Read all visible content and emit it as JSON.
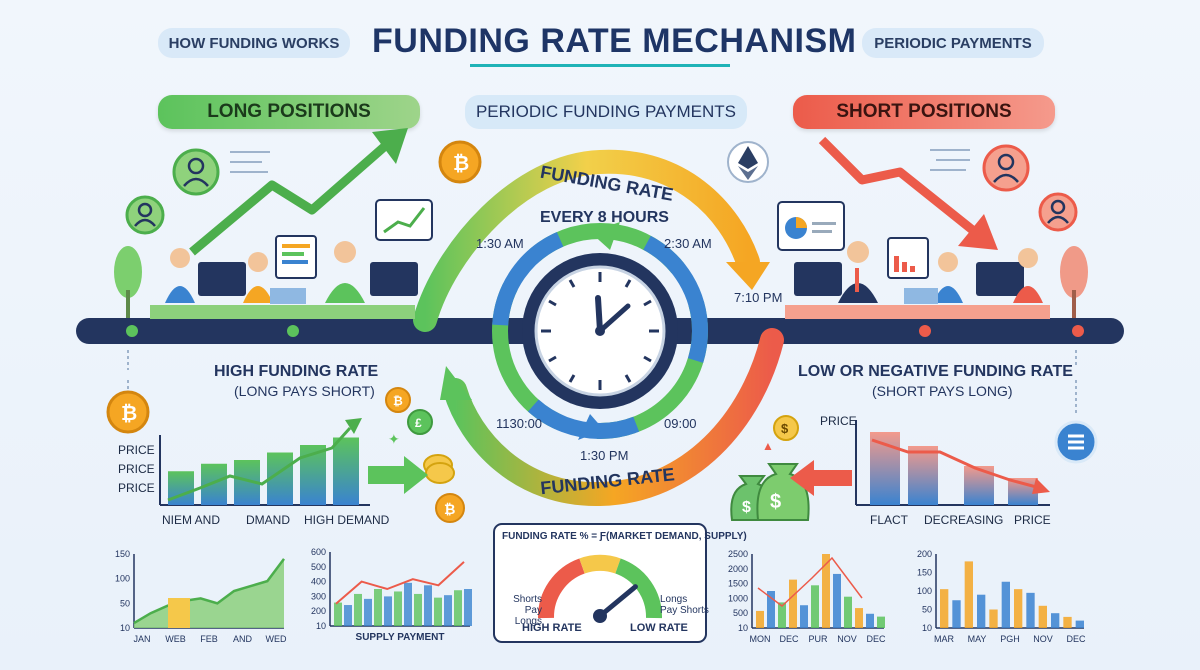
{
  "header": {
    "title": "FUNDING RATE MECHANISM",
    "left_tag": "HOW FUNDING WORKS",
    "right_tag": "PERIODIC PAYMENTS"
  },
  "banners": {
    "long": "LONG POSITIONS",
    "center": "PERIODIC FUNDING PAYMENTS",
    "short": "SHORT POSITIONS"
  },
  "cycle": {
    "top_arc_label": "FUNDING RATE",
    "every": "EVERY 8 HOURS",
    "bottom_arc_label": "FUNDING RATE",
    "times": [
      "1:30 AM",
      "2:30 AM",
      "7:10 PM",
      "1130:00",
      "09:00",
      "1:30 PM"
    ]
  },
  "left_panel": {
    "heading": "HIGH FUNDING RATE",
    "subheading": "(LONG PAYS SHORT)",
    "price_labels": [
      "PRICE",
      "PRICE",
      "PRICE"
    ],
    "x_labels": [
      "NIEM AND",
      "DMAND",
      "HIGH DEMAND"
    ]
  },
  "right_panel": {
    "heading": "LOW OR NEGATIVE FUNDING RATE",
    "subheading": "(SHORT PAYS LONG)",
    "price_label": "PRICE",
    "x_labels": [
      "FLACT",
      "DECREASING",
      "PRICE"
    ]
  },
  "gauge": {
    "formula": "FUNDING RATE % = ƒ(MARKET DEMAND, SUPPLY)",
    "left_note_1": "Shorts",
    "left_note_2": "Pay Longs",
    "right_note_1": "Longs",
    "right_note_2": "Pay Shorts",
    "low_label": "HIGH RATE",
    "high_label": "LOW RATE",
    "needle_fraction": 0.78
  },
  "chart_data": [
    {
      "type": "area",
      "y_ticks": [
        "150",
        "100",
        "50",
        "10"
      ],
      "categories": [
        "JAN",
        "WEB",
        "FEB",
        "AND",
        "WED"
      ],
      "values": [
        10,
        30,
        45,
        55,
        60,
        50,
        75,
        85,
        95,
        140
      ],
      "ylim": [
        0,
        150
      ]
    },
    {
      "type": "bar",
      "y_ticks": [
        "600",
        "500",
        "400",
        "300",
        "200",
        "10"
      ],
      "xlabel": "SUPPLY PAYMENT",
      "values": [
        190,
        170,
        260,
        220,
        300,
        240,
        280,
        350,
        260,
        330,
        230,
        250,
        290,
        300
      ],
      "line": [
        180,
        360,
        300,
        380,
        330,
        520
      ]
    },
    {
      "type": "bar",
      "y_ticks": [
        "2500",
        "2000",
        "1500",
        "1000",
        "500",
        "10"
      ],
      "categories": [
        "MON",
        "DEC",
        "PUR",
        "NOV",
        "DEC"
      ],
      "values": [
        600,
        1300,
        900,
        1700,
        800,
        1500,
        2600,
        1900,
        1100,
        700,
        500,
        400
      ]
    },
    {
      "type": "bar",
      "y_ticks": [
        "200",
        "150",
        "100",
        "50",
        "10"
      ],
      "categories": [
        "MAR",
        "MAY",
        "PGH",
        "NOV",
        "DEC"
      ],
      "values": [
        105,
        75,
        180,
        90,
        50,
        125,
        105,
        95,
        60,
        40,
        30,
        20
      ]
    }
  ],
  "colors": {
    "long_green": "#5cc35c",
    "short_red": "#ec5b4a",
    "navy": "#23355f",
    "teal": "#1fb3b7",
    "blue": "#3a83d0",
    "orange": "#f5a623"
  },
  "icons": [
    "bitcoin-icon",
    "ethereum-icon",
    "dollar-coin-icon",
    "user-icon",
    "money-bag-icon",
    "clock-icon",
    "ellipsis-coin-icon"
  ]
}
